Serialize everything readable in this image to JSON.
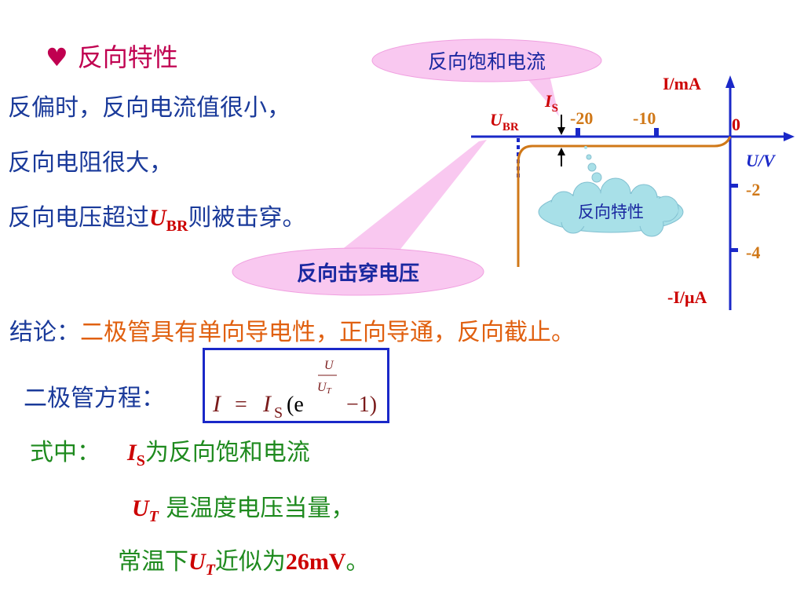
{
  "title": {
    "bullet": "♥",
    "text": "反向特性"
  },
  "body_lines": [
    "反偏时，反向电流值很小，",
    "反向电阻很大，",
    "反向电压超过",
    "则被击穿。"
  ],
  "ubr": {
    "main": "U",
    "sub": "BR"
  },
  "callouts": {
    "saturation": "反向饱和电流",
    "breakdown": "反向击穿电压",
    "reverse": "反向特性"
  },
  "graph": {
    "y_axis_top": "I/mA",
    "y_axis_bottom": "-I/μA",
    "x_axis": "U/V",
    "origin": "0",
    "x_ticks": [
      "-20",
      "-10"
    ],
    "y_ticks": [
      "-2",
      "-4"
    ],
    "is_label": {
      "main": "I",
      "sub": "S"
    },
    "ubr_label": {
      "main": "U",
      "sub": "BR"
    }
  },
  "conclusion": {
    "label": "结论：",
    "text": "二极管具有单向导电性，正向导通，反向截止。"
  },
  "equation": {
    "label": "二极管方程：",
    "lhs": "I",
    "equals": "=",
    "is_main": "I",
    "is_sub": "S",
    "open": "(e",
    "exp_num": "U",
    "exp_den_main": "U",
    "exp_den_sub": "T",
    "close": "−1)"
  },
  "explanation": {
    "intro": "式中：",
    "is_main": "I",
    "is_sub": "S",
    "is_desc": "为反向饱和电流",
    "ut_main": "U",
    "ut_sub": "T",
    "ut_desc": " 是温度电压当量，",
    "line3_a": "常温下",
    "line3_b": "近似为",
    "line3_value": "26mV",
    "line3_end": "。"
  }
}
